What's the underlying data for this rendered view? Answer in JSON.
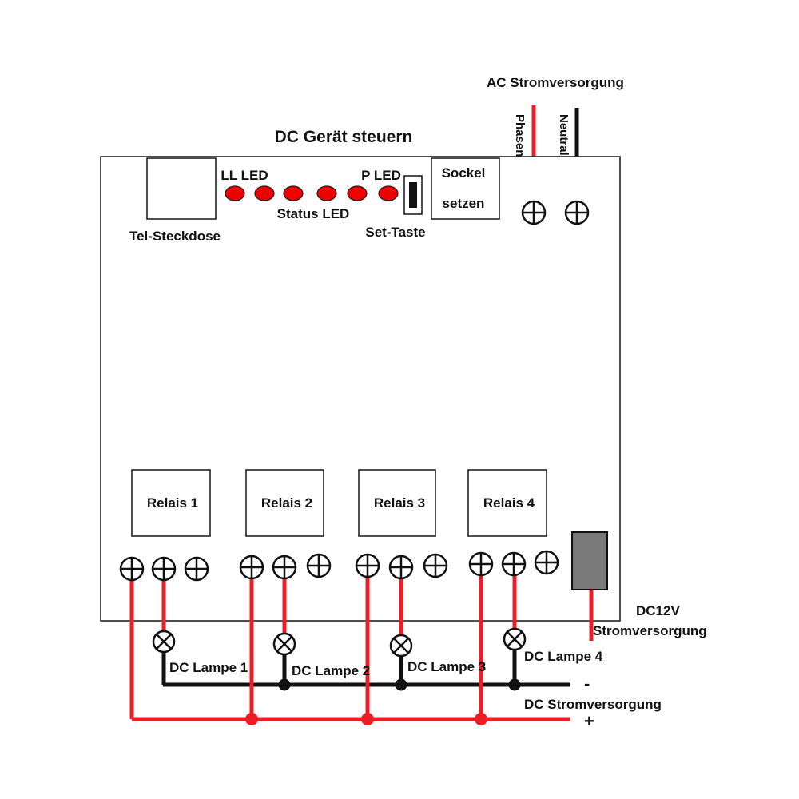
{
  "title": "DC Gerät steuern",
  "ac_supply": {
    "label": "AC Stromversorgung",
    "phase_label": "Phasenkabe",
    "neutral_label": "Neutralleite"
  },
  "board": {
    "tel_socket_label": "Tel-Steckdose",
    "ll_led_label": "LL LED",
    "p_led_label": "P LED",
    "status_led_label": "Status LED",
    "set_button_label": "Set-Taste",
    "socket_line1": "Sockel",
    "socket_line2": "setzen"
  },
  "relays": [
    {
      "label": "Relais 1"
    },
    {
      "label": "Relais 2"
    },
    {
      "label": "Relais 3"
    },
    {
      "label": "Relais 4"
    }
  ],
  "lamps": [
    {
      "label": "DC Lampe 1"
    },
    {
      "label": "DC Lampe 2"
    },
    {
      "label": "DC Lampe 3"
    },
    {
      "label": "DC Lampe 4"
    }
  ],
  "dc12v": {
    "line1": "DC12V",
    "line2": "Stromversorgung"
  },
  "dc_supply": {
    "label": "DC Stromversorgung",
    "minus": "-",
    "plus": "+"
  },
  "colors": {
    "positive_wire": "#ee1c24",
    "negative_wire": "#111111",
    "led": "#ee0000",
    "board_outline": "#222222",
    "power_jack": "#7a7a7a"
  }
}
